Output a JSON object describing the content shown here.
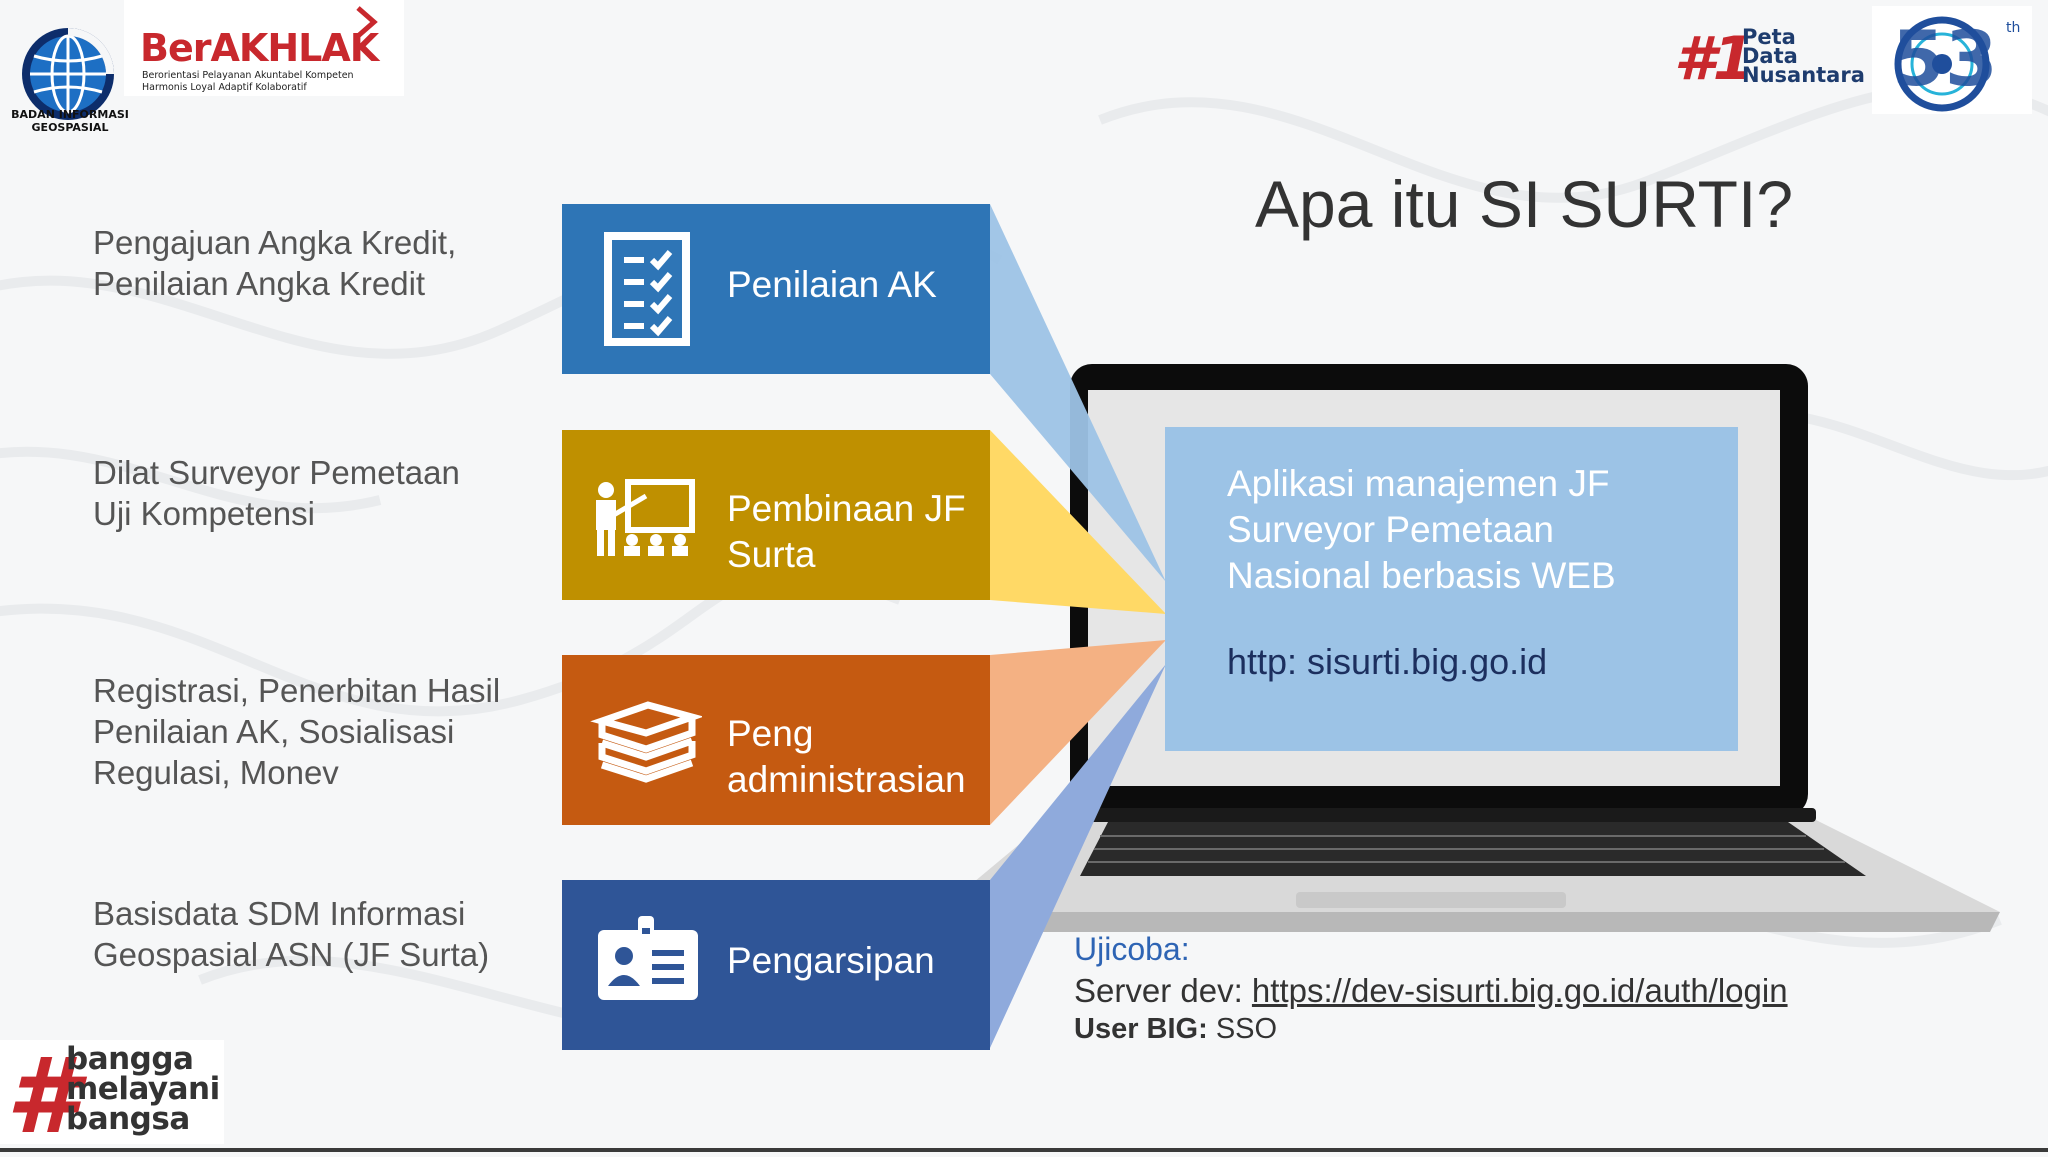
{
  "header": {
    "agency_name_line1": "BADAN INFORMASI",
    "agency_name_line2": "GEOSPASIAL",
    "berakhlak_title": "BerAKHLAK",
    "berakhlak_sub_line1": "Berorientasi Pelayanan Akuntabel Kompeten",
    "berakhlak_sub_line2": "Harmonis Loyal Adaptif Kolaboratif",
    "peta_rank": "#1",
    "peta_line1": "Peta",
    "peta_line2": "Data",
    "peta_line3": "Nusantara",
    "anniversary_number": "53",
    "anniversary_suffix": "th"
  },
  "title": "Apa itu SI SURTI?",
  "descriptions": [
    {
      "line1": "Pengajuan Angka Kredit,",
      "line2": "Penilaian Angka Kredit"
    },
    {
      "line1": "Dilat Surveyor Pemetaan",
      "line2": "Uji Kompetensi"
    },
    {
      "line1": "Registrasi, Penerbitan Hasil",
      "line2": "Penilaian AK, Sosialisasi",
      "line3": "Regulasi, Monev"
    },
    {
      "line1": "Basisdata SDM Informasi",
      "line2": "Geospasial ASN (JF Surta)"
    }
  ],
  "categories": [
    {
      "line1": "Penilaian AK",
      "color": "#2e75b6",
      "icon": "checklist-icon"
    },
    {
      "line1": "Pembinaan JF",
      "line2": "Surta",
      "color": "#bf9000",
      "icon": "teacher-icon"
    },
    {
      "line1": "Peng",
      "line2": "administrasian",
      "color": "#c55a11",
      "icon": "books-icon"
    },
    {
      "line1": "Pengarsipan",
      "color": "#2f5597",
      "icon": "id-card-icon"
    }
  ],
  "screen": {
    "line1": "Aplikasi manajemen JF",
    "line2": "Surveyor Pemetaan",
    "line3": "Nasional berbasis WEB",
    "url": "http: sisurti.big.go.id"
  },
  "trial": {
    "label": "Ujicoba:",
    "server_prefix": "Server dev: ",
    "server_link": "https://dev-sisurti.big.go.id/auth/login",
    "user_label": "User BIG:",
    "user_value": " SSO"
  },
  "footer": {
    "hash": "#",
    "line1": "bangga",
    "line2": "melayani",
    "line3": "bangsa"
  },
  "colors": {
    "ray_blue_light": "#9dc3e6",
    "ray_yellow": "#ffd966",
    "ray_orange": "#f4b183",
    "ray_blue": "#8faadc",
    "panel": "#9cc3e6",
    "brand_red": "#c8282d"
  }
}
